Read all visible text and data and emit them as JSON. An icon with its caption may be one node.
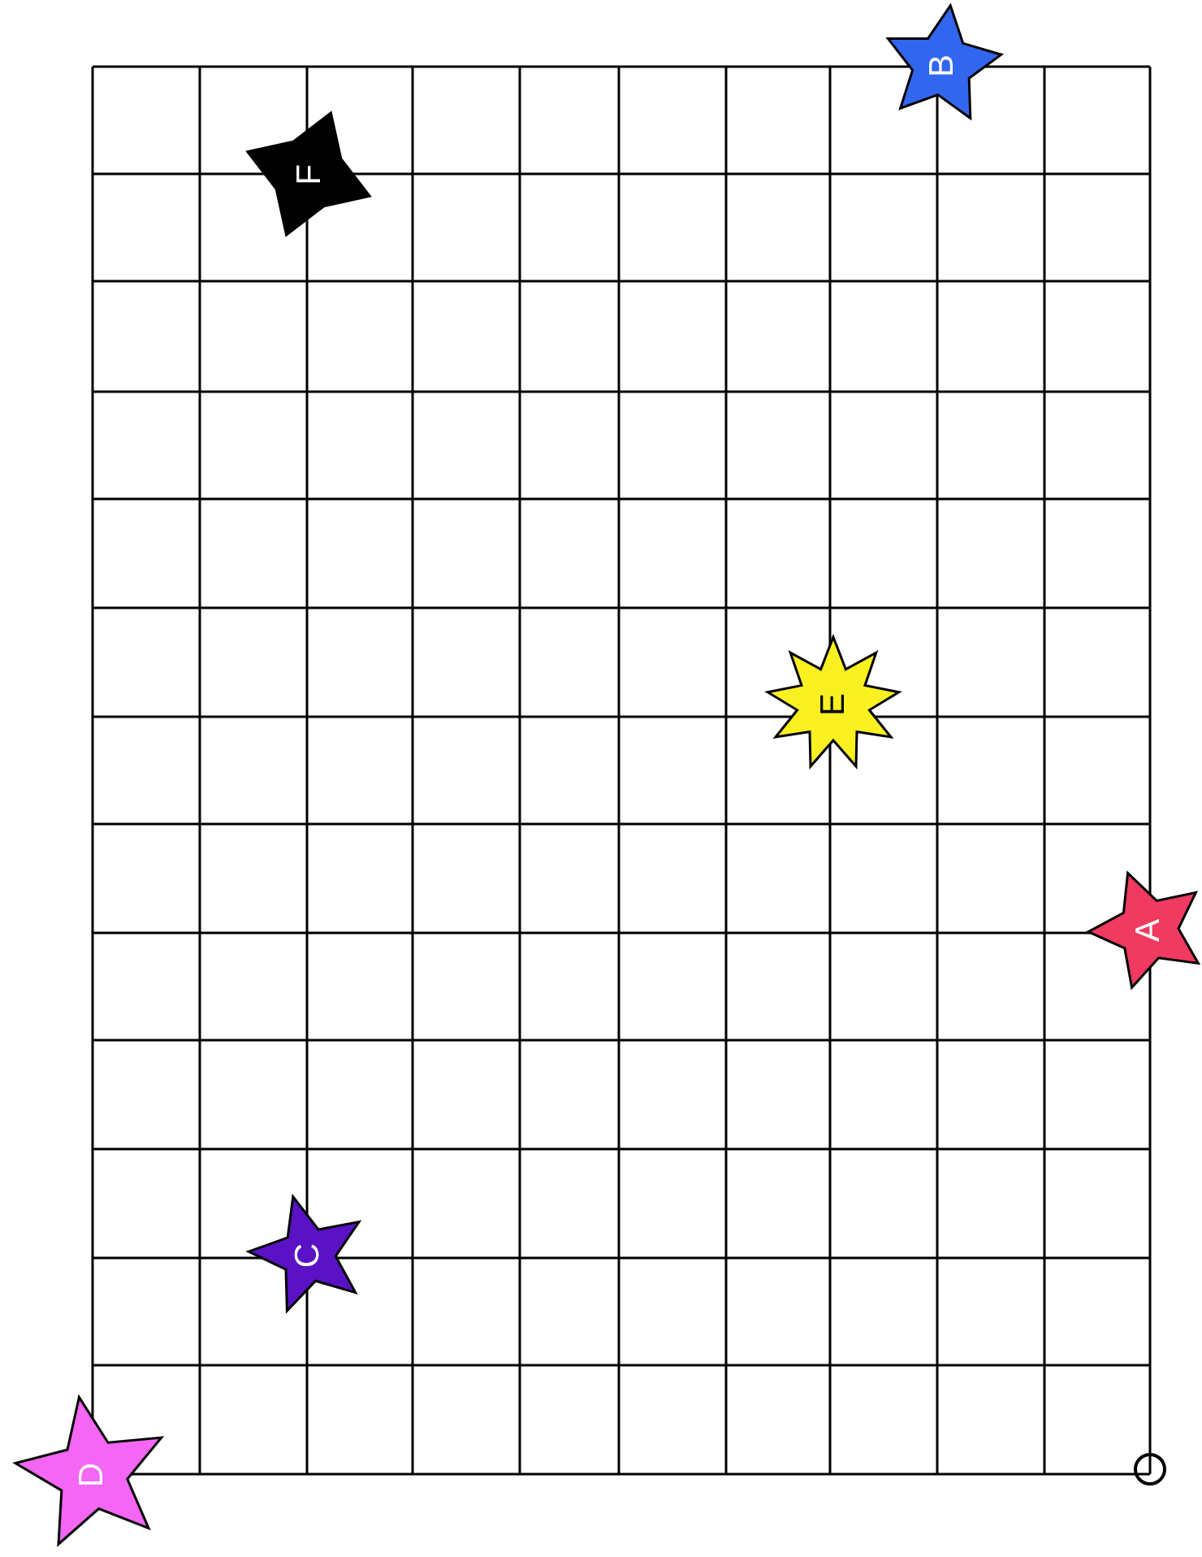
{
  "diagram": {
    "nodes": [
      {
        "text": [
          "F"
        ]
      },
      {
        "text": [
          "B"
        ]
      },
      {
        "text": [
          "E"
        ]
      },
      {
        "text": [
          "A"
        ]
      },
      {
        "text": [
          "C"
        ]
      },
      {
        "text": [
          "D"
        ]
      }
    ]
  }
}
